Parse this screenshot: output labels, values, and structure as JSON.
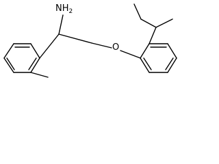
{
  "structure": {
    "amine_label": "NH",
    "amine_subscript": "2",
    "ether_label": "O"
  },
  "colors": {
    "bond": "#000000",
    "background": "#ffffff"
  }
}
